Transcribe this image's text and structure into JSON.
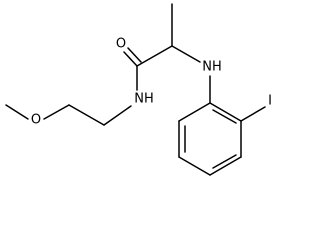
{
  "molecule": {
    "atoms": {
      "oxygen_carbonyl": "O",
      "oxygen_ether": "O",
      "nh_amine": "NH",
      "nh_amide": "NH",
      "iodine": "I"
    }
  },
  "colors": {
    "bond": "#000000",
    "label": "#000000",
    "background": "#ffffff"
  }
}
